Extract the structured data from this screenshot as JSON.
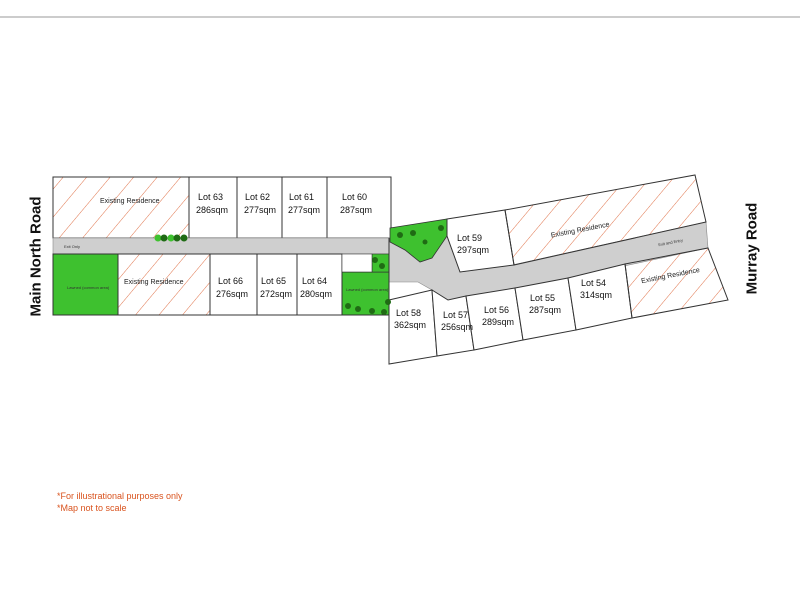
{
  "map": {
    "roads": {
      "west": "Main North Road",
      "east": "Murray Road"
    },
    "lots": [
      {
        "id": "lot-63",
        "name": "Lot 63",
        "area": "286sqm"
      },
      {
        "id": "lot-62",
        "name": "Lot 62",
        "area": "277sqm"
      },
      {
        "id": "lot-61",
        "name": "Lot 61",
        "area": "277sqm"
      },
      {
        "id": "lot-60",
        "name": "Lot 60",
        "area": "287sqm"
      },
      {
        "id": "lot-66",
        "name": "Lot 66",
        "area": "276sqm"
      },
      {
        "id": "lot-65",
        "name": "Lot 65",
        "area": "272sqm"
      },
      {
        "id": "lot-64",
        "name": "Lot 64",
        "area": "280sqm"
      },
      {
        "id": "lot-59",
        "name": "Lot 59",
        "area": "297sqm"
      },
      {
        "id": "lot-58",
        "name": "Lot 58",
        "area": "362sqm"
      },
      {
        "id": "lot-57",
        "name": "Lot 57",
        "area": "256sqm"
      },
      {
        "id": "lot-56",
        "name": "Lot 56",
        "area": "289sqm"
      },
      {
        "id": "lot-55",
        "name": "Lot 55",
        "area": "287sqm"
      },
      {
        "id": "lot-54",
        "name": "Lot 54",
        "area": "314sqm"
      }
    ],
    "existing_residences": [
      {
        "id": "existing-residence-nw",
        "label": "Existing Residence"
      },
      {
        "id": "existing-residence-sw",
        "label": "Existing Residence"
      },
      {
        "id": "existing-residence-ne",
        "label": "Existing Residence"
      },
      {
        "id": "existing-residence-se",
        "label": "Existing Residence"
      }
    ],
    "small_labels": {
      "exit_only": "Exit Only",
      "exit_and_entry": "Exit and Entry",
      "lawn_west": "Lawned (common area)",
      "lawn_mid": "Lawned (common area)"
    },
    "notes": [
      "*For illustrational purposes only",
      "*Map not to scale"
    ],
    "colors": {
      "lawn": "#3ec12f",
      "driveway": "#cfcfcf",
      "hatch": "#e0734a",
      "tree": "#1f6b14",
      "note_text": "#d9531e"
    }
  }
}
